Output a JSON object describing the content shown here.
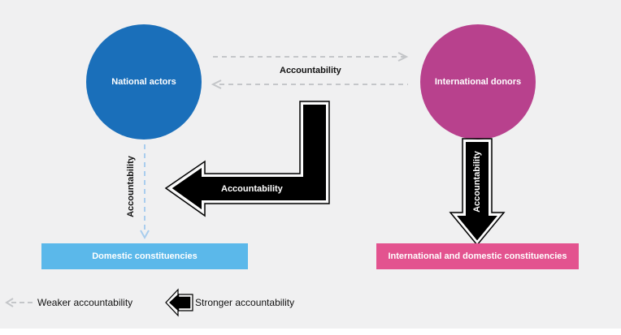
{
  "nodes": {
    "national_actors": {
      "label": "National actors",
      "color": "#1a6fba"
    },
    "international_donors": {
      "label": "International donors",
      "color": "#b8418d"
    }
  },
  "boxes": {
    "domestic": {
      "label": "Domestic constituencies",
      "color": "#5bb8ea"
    },
    "international_domestic": {
      "label": "International and domestic constituencies",
      "color": "#e3538f"
    }
  },
  "arrows": {
    "horizontal_label": "Accountability",
    "big_arrow_label": "Accountability",
    "left_vertical_label": "Accountability",
    "right_vertical_label": "Accountability"
  },
  "legend": {
    "weaker": "Weaker accountability",
    "stronger": "Stronger accountability"
  },
  "colors": {
    "background": "#f0f0f1",
    "dashed_gray": "#c4c6c9",
    "dashed_blue": "#a9cdee",
    "arrow_fill": "#000000",
    "arrow_outline": "#ffffff"
  }
}
